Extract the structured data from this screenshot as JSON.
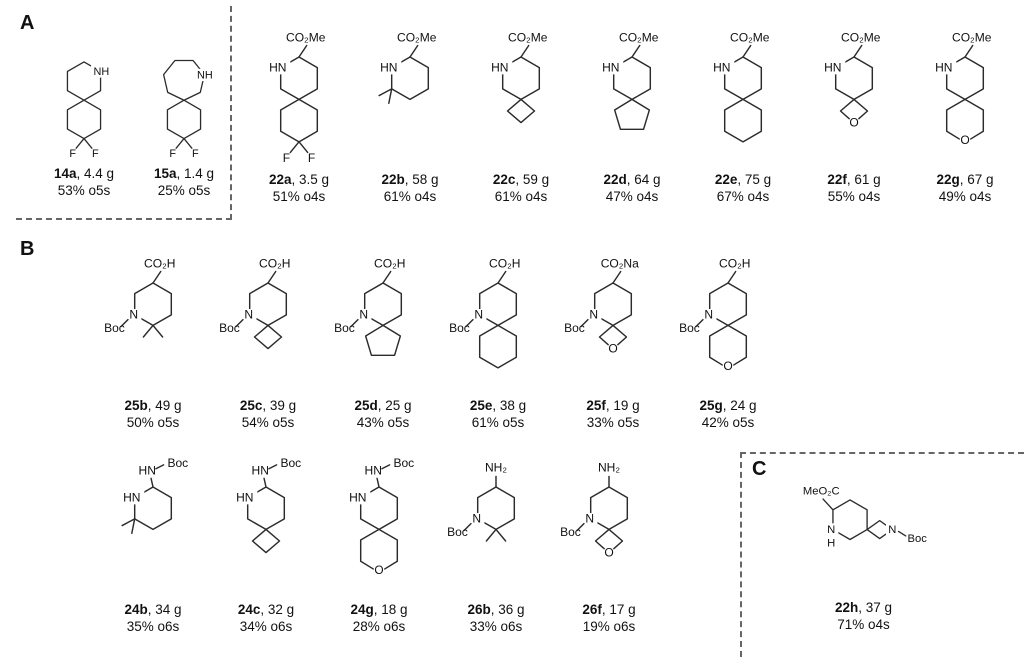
{
  "sections": {
    "a": "A",
    "b": "B",
    "c": "C"
  },
  "colors": {
    "ink": "#2b2b2b",
    "background": "#ffffff"
  },
  "compounds": {
    "c14a": {
      "name": "14a",
      "rest": ", 4.4 g",
      "yield": "53% o5s",
      "n1": "NH",
      "f": "F"
    },
    "c15a": {
      "name": "15a",
      "rest": ", 1.4 g",
      "yield": "25% o5s",
      "n1": "NH",
      "f": "F"
    },
    "c22a": {
      "name": "22a",
      "rest": ", 3.5 g",
      "yield": "51% o4s",
      "head": "CO₂Me",
      "n1": "HN",
      "f": "F"
    },
    "c22b": {
      "name": "22b",
      "rest": ", 58 g",
      "yield": "61% o4s",
      "head": "CO₂Me",
      "n1": "HN"
    },
    "c22c": {
      "name": "22c",
      "rest": ", 59 g",
      "yield": "61% o4s",
      "head": "CO₂Me",
      "n1": "HN"
    },
    "c22d": {
      "name": "22d",
      "rest": ", 64 g",
      "yield": "47% o4s",
      "head": "CO₂Me",
      "n1": "HN"
    },
    "c22e": {
      "name": "22e",
      "rest": ", 75 g",
      "yield": "67% o4s",
      "head": "CO₂Me",
      "n1": "HN"
    },
    "c22f": {
      "name": "22f",
      "rest": ", 61 g",
      "yield": "55% o4s",
      "head": "CO₂Me",
      "n1": "HN",
      "o": "O"
    },
    "c22g": {
      "name": "22g",
      "rest": ", 67 g",
      "yield": "49% o4s",
      "head": "CO₂Me",
      "n1": "HN",
      "o": "O"
    },
    "c25b": {
      "name": "25b",
      "rest": ", 49 g",
      "yield": "50% o5s",
      "head": "CO₂H",
      "n1": "N",
      "boc": "Boc"
    },
    "c25c": {
      "name": "25c",
      "rest": ", 39 g",
      "yield": "54% o5s",
      "head": "CO₂H",
      "n1": "N",
      "boc": "Boc"
    },
    "c25d": {
      "name": "25d",
      "rest": ", 25 g",
      "yield": "43% o5s",
      "head": "CO₂H",
      "n1": "N",
      "boc": "Boc"
    },
    "c25e": {
      "name": "25e",
      "rest": ", 38 g",
      "yield": "61% o5s",
      "head": "CO₂H",
      "n1": "N",
      "boc": "Boc"
    },
    "c25f": {
      "name": "25f",
      "rest": ", 19 g",
      "yield": "33% o5s",
      "head": "CO₂Na",
      "n1": "N",
      "boc": "Boc",
      "o": "O"
    },
    "c25g": {
      "name": "25g",
      "rest": ", 24 g",
      "yield": "42% o5s",
      "head": "CO₂H",
      "n1": "N",
      "boc": "Boc",
      "o": "O"
    },
    "c24b": {
      "name": "24b",
      "rest": ", 34 g",
      "yield": "35% o6s",
      "head": "HN",
      "head2": "Boc",
      "n1": "HN"
    },
    "c24c": {
      "name": "24c",
      "rest": ", 32 g",
      "yield": "34% o6s",
      "head": "HN",
      "head2": "Boc",
      "n1": "HN"
    },
    "c24g": {
      "name": "24g",
      "rest": ", 18 g",
      "yield": "28% o6s",
      "head": "HN",
      "head2": "Boc",
      "n1": "HN",
      "o": "O"
    },
    "c26b": {
      "name": "26b",
      "rest": ", 36 g",
      "yield": "33% o6s",
      "head": "NH₂",
      "n1": "N",
      "boc": "Boc"
    },
    "c26f": {
      "name": "26f",
      "rest": ", 17 g",
      "yield": "19% o6s",
      "head": "NH₂",
      "n1": "N",
      "boc": "Boc",
      "o": "O"
    },
    "c22h": {
      "name": "22h",
      "rest": ", 37 g",
      "yield": "71% o4s",
      "head": "MeO₂C",
      "n1": "N",
      "h": "H",
      "n2": "N",
      "boc": "Boc"
    }
  }
}
